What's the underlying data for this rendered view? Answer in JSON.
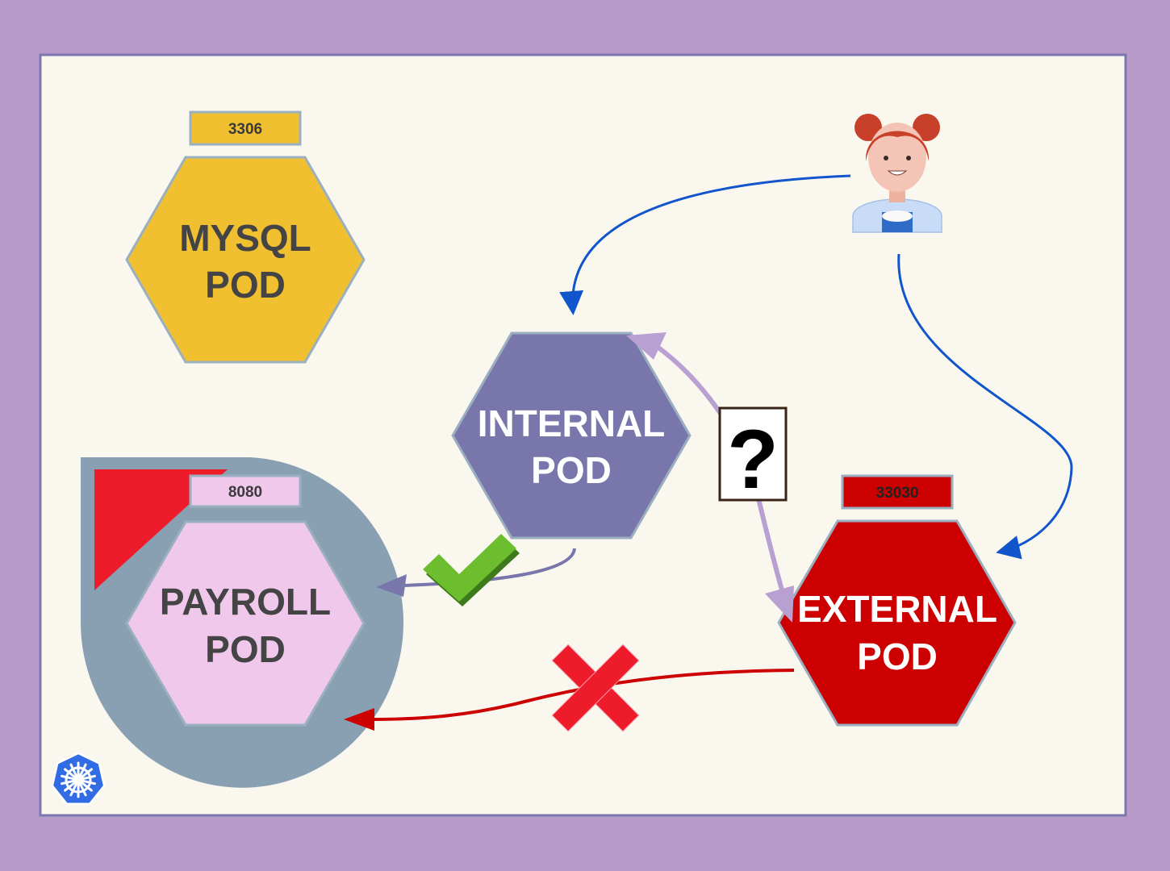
{
  "colors": {
    "frame": "#B99BCA",
    "canvas": "#FAF8EE",
    "canvas_border": "#7B78B0",
    "mysql": "#F0C030",
    "internal": "#7976AB",
    "external": "#CC0000",
    "payroll": "#F0C8EC",
    "namespace": "#89A0B2",
    "hex_stroke": "#9AAFC0",
    "user_arrow": "#1155CC",
    "allowed_arrow": "#7976AB",
    "question_arrow": "#B9A0D3",
    "denied_arrow": "#CC0000",
    "check": "#6DBE2E",
    "cross": "#EE1C2A",
    "k8s": "#326CE5"
  },
  "pods": {
    "mysql": {
      "line1": "MYSQL",
      "line2": "POD",
      "port": "3306"
    },
    "internal": {
      "line1": "INTERNAL",
      "line2": "POD"
    },
    "payroll": {
      "line1": "PAYROLL",
      "line2": "POD",
      "port": "8080"
    },
    "external": {
      "line1": "EXTERNAL",
      "line2": "POD",
      "port": "33030"
    }
  },
  "question": {
    "text": "?"
  },
  "icons": {
    "user": "user-avatar-icon",
    "check": "check-mark-icon",
    "cross": "cross-mark-icon",
    "kubernetes": "kubernetes-logo-icon"
  }
}
